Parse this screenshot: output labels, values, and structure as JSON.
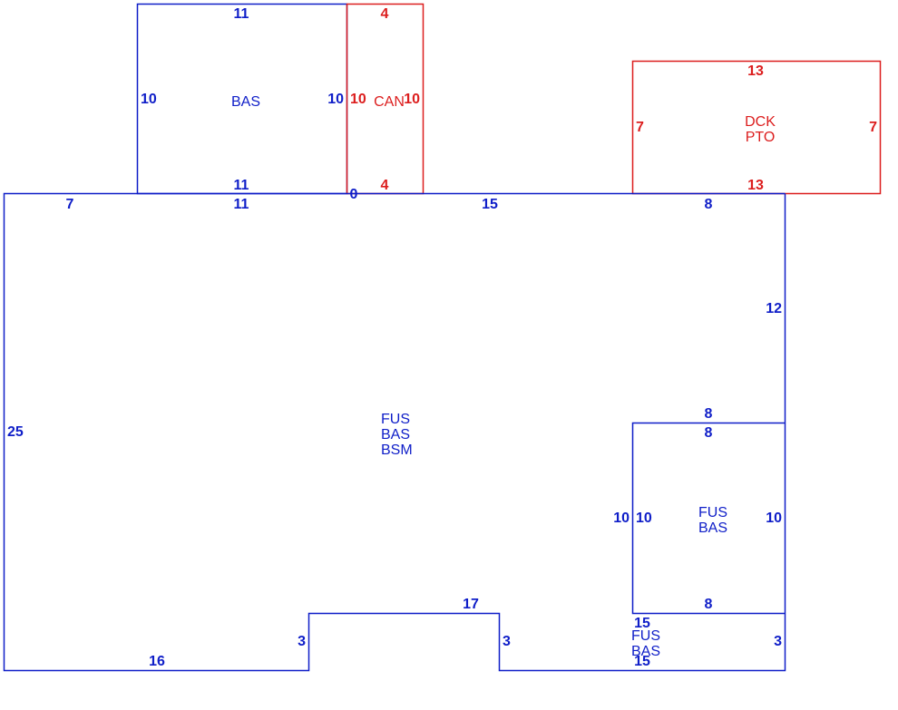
{
  "colors": {
    "primary": "#0f1ec8",
    "secondary": "#dc1e1e",
    "background": "#ffffff"
  },
  "bas_top": {
    "label": "BAS",
    "top": "11",
    "left": "10",
    "right": "10",
    "bottom": "11"
  },
  "canopy": {
    "label": "CAN",
    "top": "4",
    "left": "10",
    "right": "10",
    "bottom": "4"
  },
  "deck": {
    "label_1": "DCK",
    "label_2": "PTO",
    "top": "13",
    "left": "7",
    "right": "7",
    "bottom": "13"
  },
  "main": {
    "label_1": "FUS",
    "label_2": "BAS",
    "label_3": "BSM",
    "top_left": "7",
    "top_middle": "11",
    "top_zero": "0",
    "top_center": "15",
    "top_right": "8",
    "right_upper": "12",
    "left": "25",
    "bottom_left": "16",
    "step_height": "3",
    "bottom_middle": "17"
  },
  "inner_room": {
    "label_1": "FUS",
    "label_2": "BAS",
    "top_outside": "8",
    "top_inside": "8",
    "left_outside": "10",
    "left_inside": "10",
    "right": "10",
    "bottom": "8"
  },
  "bottom_section": {
    "label_1": "FUS",
    "label_2": "BAS",
    "top": "15",
    "left": "3",
    "right": "3",
    "bottom": "15"
  }
}
